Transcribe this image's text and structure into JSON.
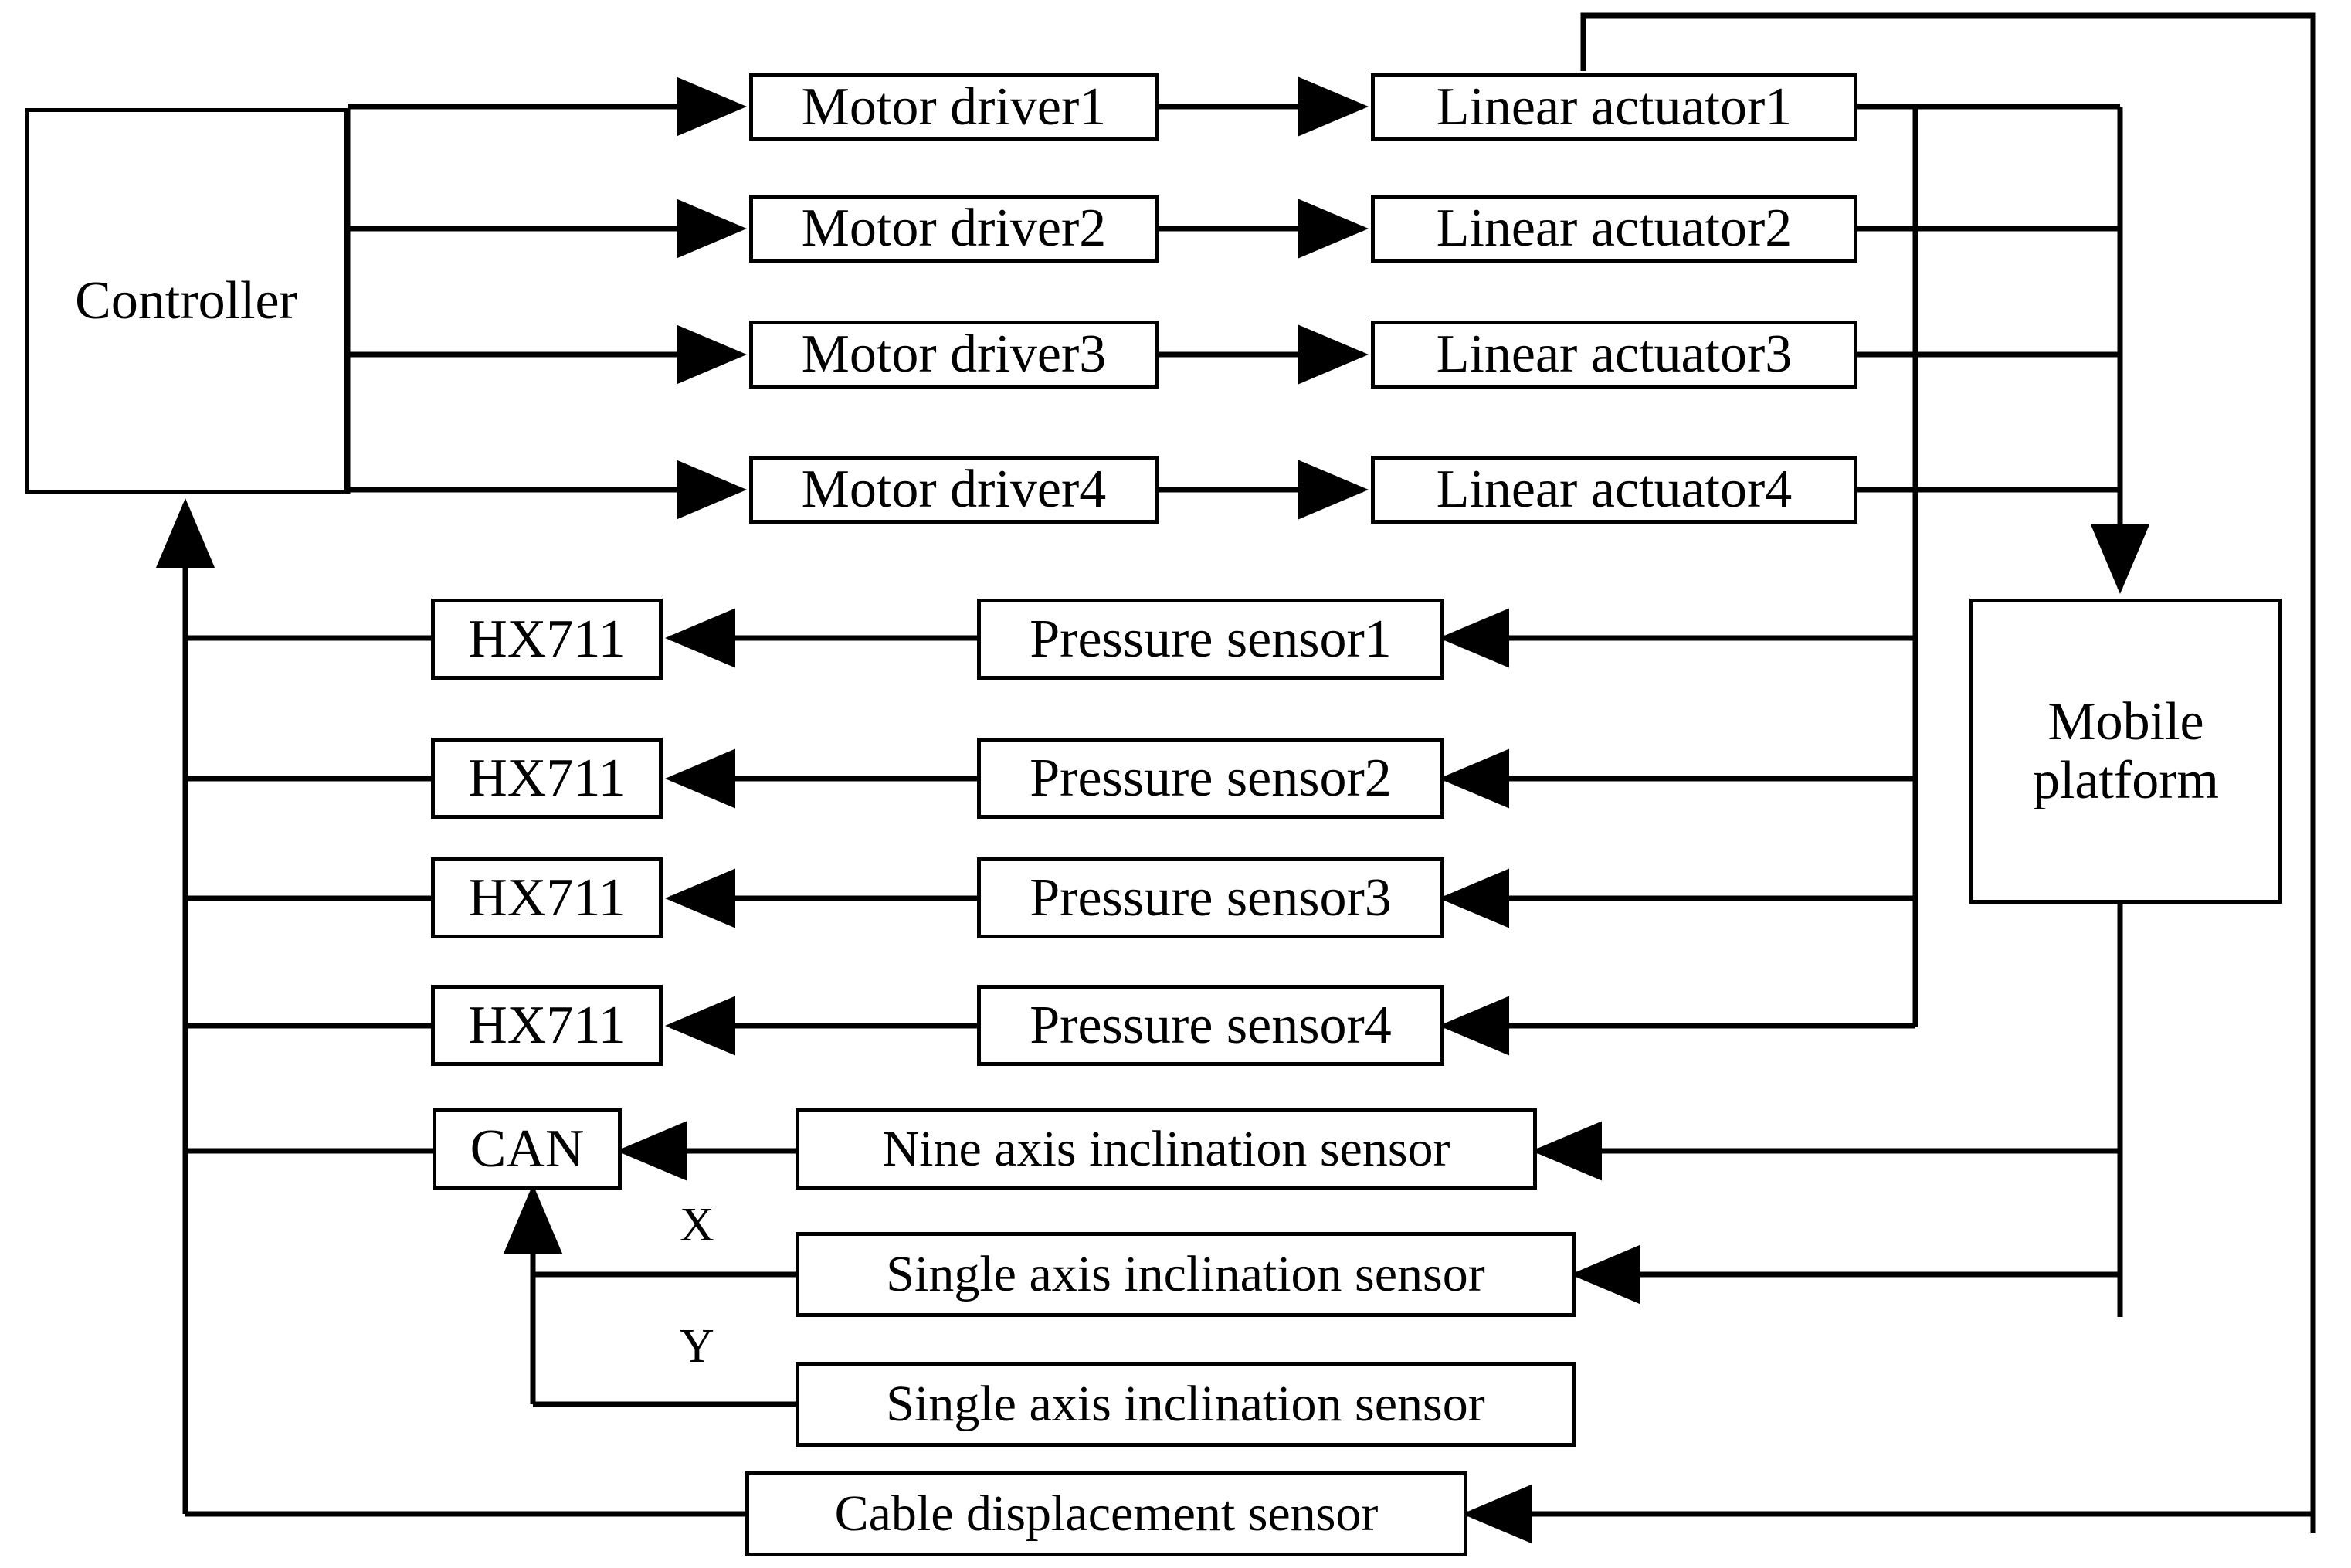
{
  "diagram": {
    "title_visible": false,
    "colors": {
      "line": "#000000",
      "box_fill": "#ffffff",
      "box_stroke": "#000000"
    },
    "nodes": {
      "controller": {
        "label": "Controller"
      },
      "motor_drivers": [
        {
          "label": "Motor driver1"
        },
        {
          "label": "Motor driver2"
        },
        {
          "label": "Motor driver3"
        },
        {
          "label": "Motor driver4"
        }
      ],
      "linear_actuators": [
        {
          "label": "Linear actuator1"
        },
        {
          "label": "Linear actuator2"
        },
        {
          "label": "Linear actuator3"
        },
        {
          "label": "Linear actuator4"
        }
      ],
      "mobile_platform": {
        "label": "Mobile\nplatform"
      },
      "adc_modules": [
        {
          "label": "HX711"
        },
        {
          "label": "HX711"
        },
        {
          "label": "HX711"
        },
        {
          "label": "HX711"
        }
      ],
      "pressure_sensors": [
        {
          "label": "Pressure sensor1"
        },
        {
          "label": "Pressure sensor2"
        },
        {
          "label": "Pressure sensor3"
        },
        {
          "label": "Pressure sensor4"
        }
      ],
      "can_bus": {
        "label": "CAN"
      },
      "nine_axis_sensor": {
        "label": "Nine axis inclination sensor"
      },
      "single_axis_sensor_x": {
        "label": "Single axis inclination sensor"
      },
      "single_axis_sensor_y": {
        "label": "Single axis inclination sensor"
      },
      "cable_displacement_sensor": {
        "label": "Cable displacement sensor"
      }
    },
    "axis_labels": {
      "x": "X",
      "y": "Y"
    }
  }
}
